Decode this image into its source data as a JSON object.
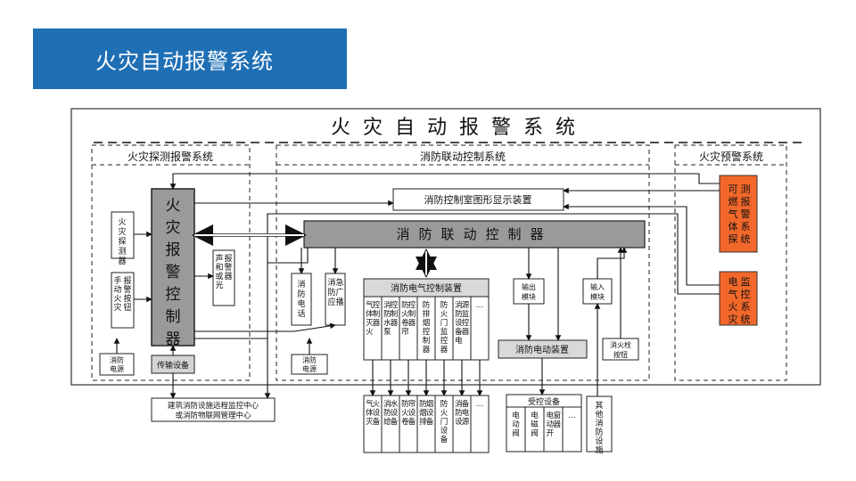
{
  "slide": {
    "title": "火灾自动报警系统"
  },
  "diagram": {
    "main_title": "火灾自动报警系统",
    "section_detect": "火灾探测报警系统",
    "section_linkage": "消防联动控制系统",
    "section_warning": "火灾预警系统",
    "controller": "火灾报警控制器",
    "detector": "火灾探测器",
    "manual_button": "手动火灾报警按钮",
    "power1": "消防电源",
    "transmission": "传输设备",
    "sound_light": "声和或光报警器",
    "graphic_display": "消防控制室图形显示装置",
    "linkage_controller": "消防联动控制器",
    "fire_phone": "消防电话",
    "emergency_broadcast": "消防应急广播",
    "power2": "消防电源",
    "electric_control": "消防电气控制装置",
    "ec_items": [
      "气体灭火控制器",
      "消防水泵控制器",
      "防火卷帘控制器",
      "防排烟控制器",
      "防火门监控器",
      "消防设备电源监控器",
      "…"
    ],
    "output_module": "输出模块",
    "input_module": "输入模块",
    "electric_drive": "消防电动装置",
    "hydrant_button": "消火栓按钮",
    "gas_detect": "可燃气体探测报警系统",
    "electric_monitor": "电气火灾监控系统",
    "remote_center": [
      "建筑消防设施远程监控中心",
      "或消防物联网管理中心"
    ],
    "equip_items": [
      "气体灭火设备",
      "消防给水设备",
      "防火卷帘设备",
      "防烟排烟设备",
      "防火门设备",
      "消防设备电源",
      "…"
    ],
    "controlled_devices": "受控设备",
    "cd_items": [
      "电动阀",
      "电磁阀",
      "电动开窗器",
      "…"
    ],
    "other_facilities": "其他消防设施",
    "accent_color": "#1f6fb5",
    "warning_color": "#f2682a",
    "controller_fill": "#9a9a9a"
  }
}
